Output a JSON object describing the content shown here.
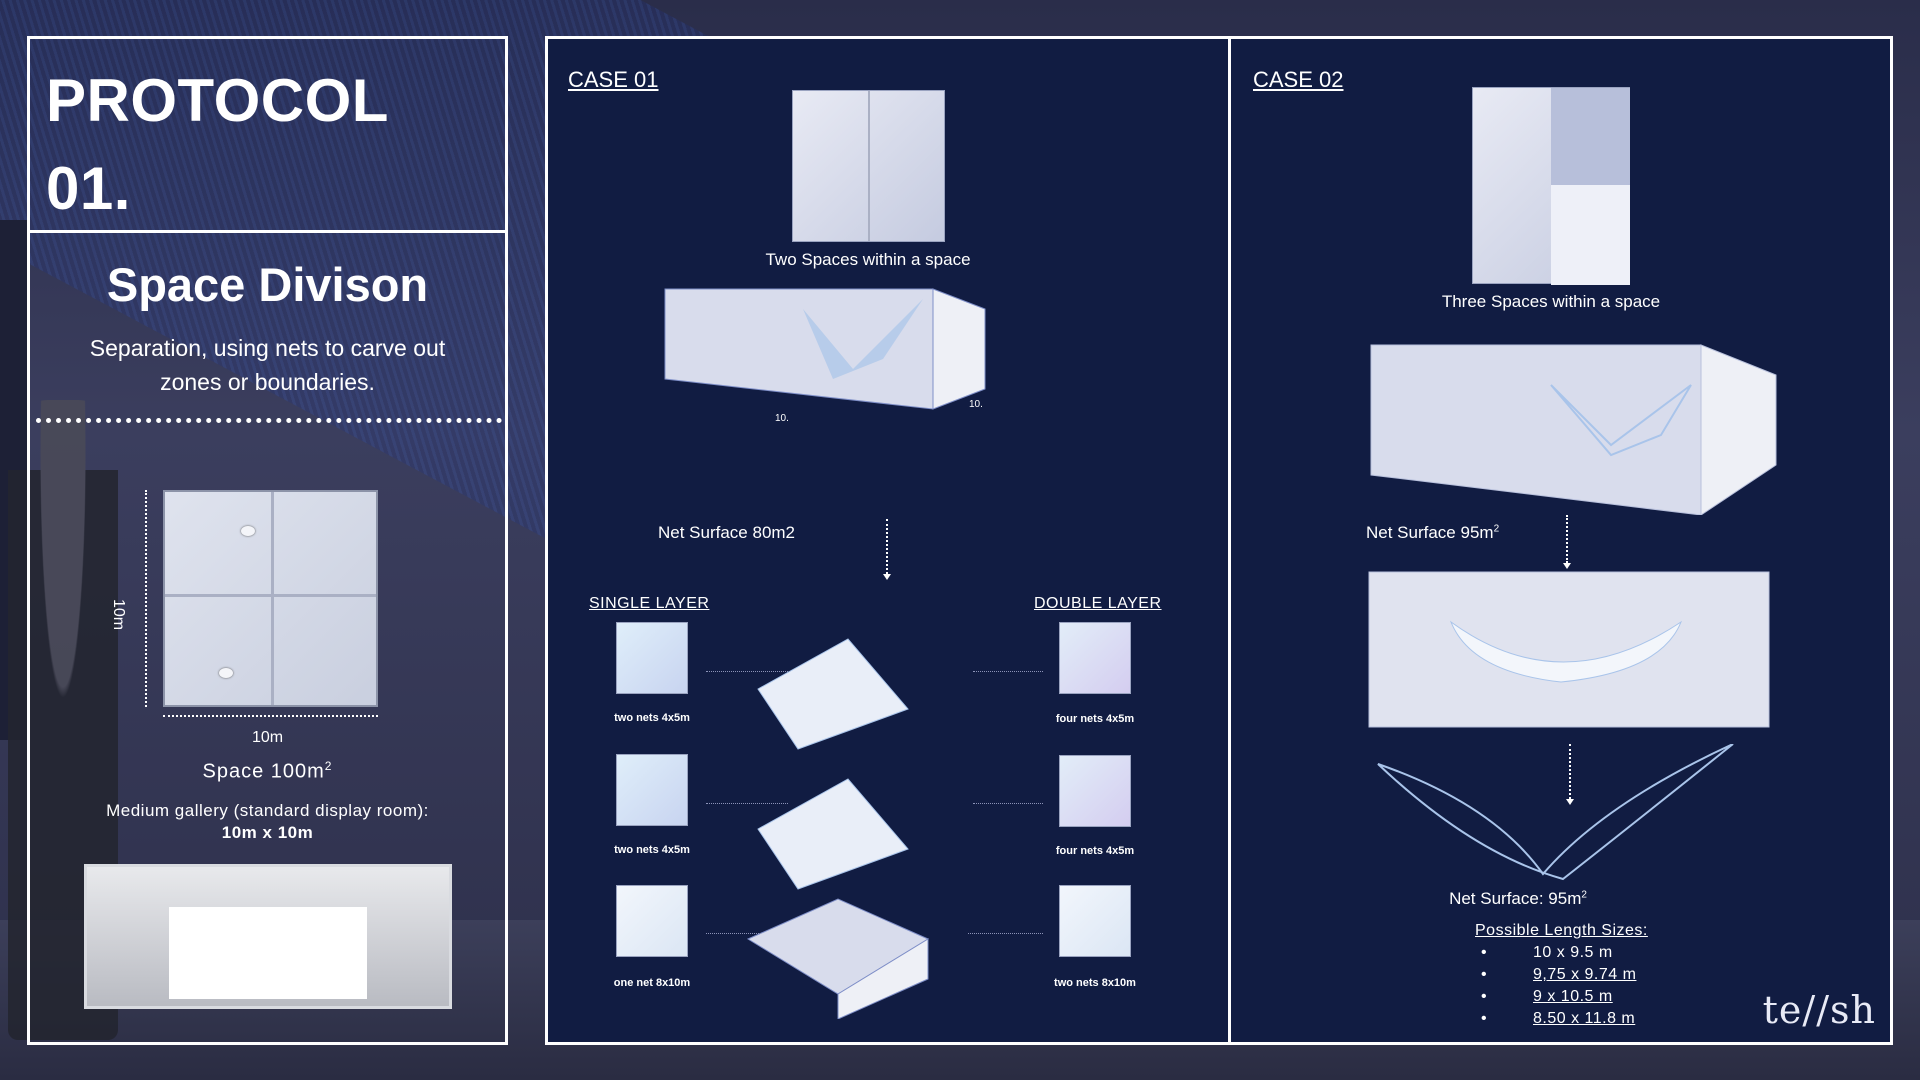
{
  "protocol": {
    "title": "PROTOCOL 01.",
    "space_title": "Space Divison",
    "space_description": "Separation, using nets to carve out zones or boundaries.",
    "plan": {
      "dim_vertical": "10m",
      "dim_horizontal": "10m"
    },
    "space_area": "Space 100m",
    "space_area_sup": "2",
    "gallery_description": "Medium gallery (standard display room):",
    "gallery_size": "10m x 10m"
  },
  "case01": {
    "label": "CASE 01",
    "top_caption": "Two Spaces within a space",
    "net_surface": "Net Surface 80m2",
    "iso_dim_a": "10.",
    "iso_dim_b": "10.",
    "single_layer_label": "SINGLE LAYER",
    "double_layer_label": "DOUBLE LAYER",
    "single_items": [
      "two nets 4x5m",
      "two nets 4x5m",
      "one net 8x10m"
    ],
    "double_items": [
      "four nets 4x5m",
      "four nets 4x5m",
      "two nets 8x10m"
    ]
  },
  "case02": {
    "label": "CASE 02",
    "top_caption": "Three Spaces within a space",
    "net_surface": "Net Surface 95m",
    "net_surface_sup": "2",
    "net_surface_bottom": "Net Surface: 95m",
    "net_surface_bottom_sup": "2",
    "sizes_title": "Possible Length Sizes:",
    "sizes": [
      "10 x 9.5 m",
      "9,75 x 9.74 m",
      "9 x 10.5 m",
      "8.50 x 11.8 m"
    ]
  },
  "logo_text": "te//sh",
  "colors": {
    "panel_bg": "#111c42",
    "border": "#ffffff",
    "net": "#a9c4ea"
  }
}
